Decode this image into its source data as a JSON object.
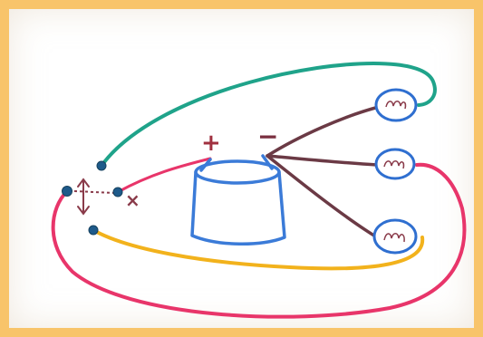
{
  "diagram": {
    "battery": {
      "plus_label": "+",
      "minus_label": "−"
    },
    "switch": {
      "x_mark": "×"
    },
    "colors": {
      "frame": "#f8c46a",
      "paper": "#ffffff",
      "teal_wire": "#1fa38a",
      "red_wire": "#e8356a",
      "orange_wire": "#f2b21c",
      "brown_wire": "#6b3a45",
      "battery_blue": "#3b7bd8",
      "bulb_blue": "#2f6fd0",
      "terminal_dark": "#1e5a8a",
      "dotted_switch": "#8a3b4a"
    },
    "bulbs": [
      {
        "name": "top-bulb",
        "icon": "bulb-icon"
      },
      {
        "name": "middle-bulb",
        "icon": "bulb-icon"
      },
      {
        "name": "bottom-bulb",
        "icon": "bulb-icon"
      }
    ]
  }
}
